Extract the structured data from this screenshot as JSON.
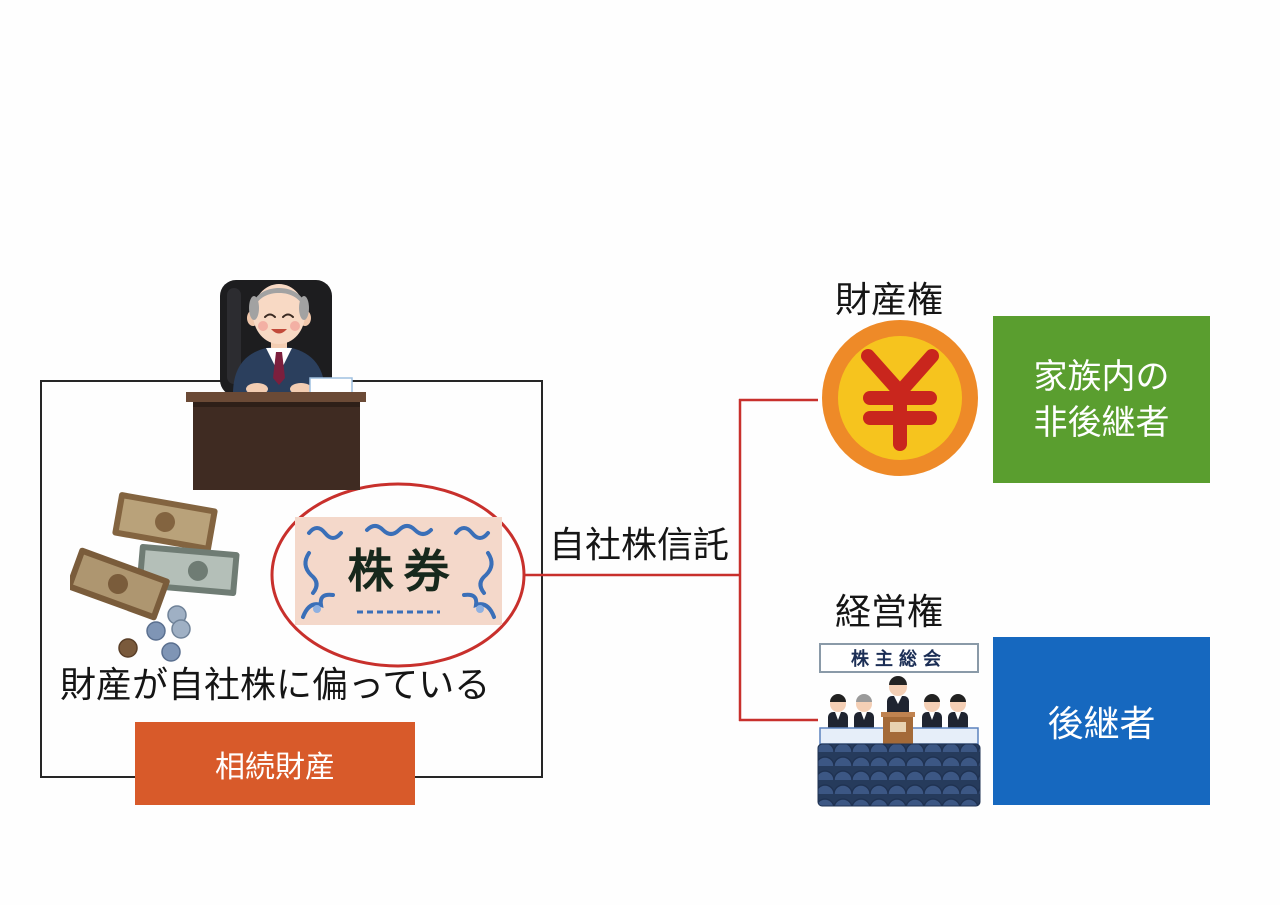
{
  "left_panel": {
    "certificate_text": "株券",
    "statement": "財産が自社株に偏っている",
    "label": "相続財産"
  },
  "connector": {
    "label": "自社株信託"
  },
  "property_right": {
    "heading": "財産権",
    "recipient_line1": "家族内の",
    "recipient_line2": "非後継者"
  },
  "management_right": {
    "heading": "経営権",
    "sign": "株主総会",
    "recipient": "後継者"
  },
  "colors": {
    "inheritance_label": "#d85a2a",
    "non_successor_box": "#5a9e2f",
    "successor_box": "#1668bf",
    "connector_line": "#c8302c",
    "frame": "#262626"
  },
  "icons": [
    "president-at-desk-illustration",
    "money-illustration",
    "stock-certificate-icon",
    "yen-coin-icon",
    "shareholders-meeting-illustration"
  ]
}
